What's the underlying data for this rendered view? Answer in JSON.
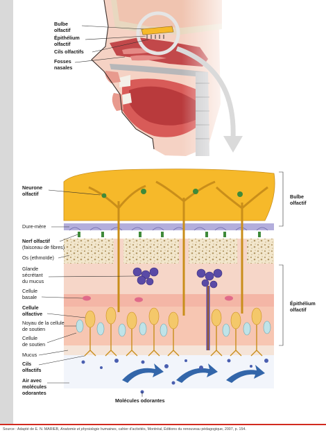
{
  "head_labels": {
    "olfactory_bulb": [
      "Bulbe",
      "olfactif"
    ],
    "olfactory_epithelium": [
      "Épithélium",
      "olfactif"
    ],
    "olfactory_cilia": "Cils olfactifs",
    "nasal_cavities": [
      "Fosses",
      "nasales"
    ]
  },
  "detail_labels": {
    "olfactory_neuron": [
      "Neurone",
      "olfactif"
    ],
    "dura_mater": "Dure-mère",
    "olfactory_nerve": "Nerf olfactif",
    "olfactory_nerve_sub": "(faisceau de fibres)",
    "bone": "Os (ethmoïde)",
    "mucus_gland": [
      "Glande",
      "sécrétant",
      "du mucus"
    ],
    "basal_cell": [
      "Cellule",
      "basale"
    ],
    "olfactory_cell": [
      "Cellule",
      "olfactive"
    ],
    "support_nucleus": [
      "Noyau de la cellule",
      "de soutien"
    ],
    "support_cell": [
      "Cellule",
      "de soutien"
    ],
    "mucus": "Mucus",
    "cilia": [
      "Cils",
      "olfactifs"
    ],
    "air": [
      "Air avec",
      "molécules",
      "odorantes"
    ],
    "odorant_molecules": "Molécules odorantes"
  },
  "right_labels": {
    "bulb": [
      "Bulbe",
      "olfactif"
    ],
    "epithelium": [
      "Épithélium",
      "olfactif"
    ]
  },
  "source": {
    "prefix": "Source : Adapté de E. N. MARIEB, ",
    "title": "Anatomie et physiologie humaines",
    "suffix": ", cahier d'activités, Montréal, Éditions du renouveau pédagogique, 2007, p. 154."
  },
  "colors": {
    "bulb": "#f6b92a",
    "neuron": "#c98e1a",
    "neuron_body": "#3f8a3a",
    "dura": "#b3aedc",
    "bone": "#f2e6cc",
    "epithelium": "#f4b6a6",
    "olfactory_cell": "#f4c86a",
    "support_cell": "#bfe3e8",
    "gland": "#5a4aa6",
    "mucus": "#e9eef8",
    "arrow_blue": "#3366aa",
    "accent_red": "#d22a1f"
  }
}
